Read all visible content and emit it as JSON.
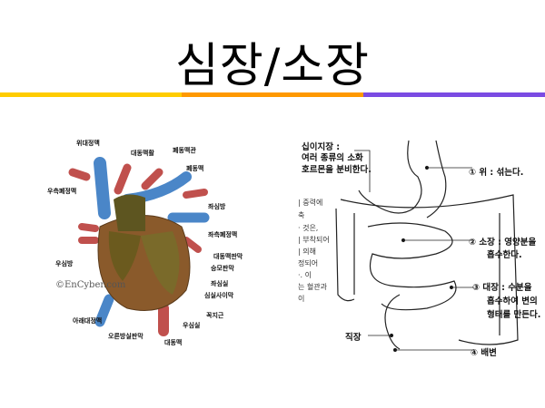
{
  "slide": {
    "title": "심장/소장",
    "bar_colors": [
      "#FFCC00",
      "#FF9900",
      "#7B4BE3"
    ]
  },
  "heart": {
    "watermark": "©EnCyber.com",
    "labels": {
      "svc": "위대정맥",
      "aortic_arch": "대동맥활",
      "pulmonary_trunk": "폐동맥관",
      "pulmonary_artery": "폐동맥",
      "right_pulmonary_veins": "우측폐정맥",
      "left_atrium": "좌심방",
      "left_pulmonary_veins": "좌측폐정맥",
      "aortic_valve": "대동맥판막",
      "mitral_valve": "승모판막",
      "left_ventricle": "좌심실",
      "septum": "심실사이막",
      "papillary": "꼭지근",
      "right_atrium": "우심방",
      "right_ventricle": "우심실",
      "ivc": "아래대정맥",
      "tricuspid": "오른방실판막",
      "aorta": "대동맥"
    }
  },
  "digestive": {
    "duodenum": [
      "십이지장 :",
      "여러 종류의 소화",
      "호르몬을 분비한다."
    ],
    "stomach": "① 위 : 섞는다.",
    "small_intestine": [
      "② 소장 : 영양분을",
      "흡수한다."
    ],
    "large_intestine": [
      "③ 대장 : 수분을",
      "흡수하여 변의",
      "형태를 만든다."
    ],
    "rectum": "직장",
    "defecation": "④ 배변",
    "side_fragments": [
      "| 중력에",
      "축",
      "· 것은,",
      "| 부착되어",
      "| 의해",
      "정되어",
      "·. 이",
      "는 혈관과",
      "이"
    ]
  }
}
